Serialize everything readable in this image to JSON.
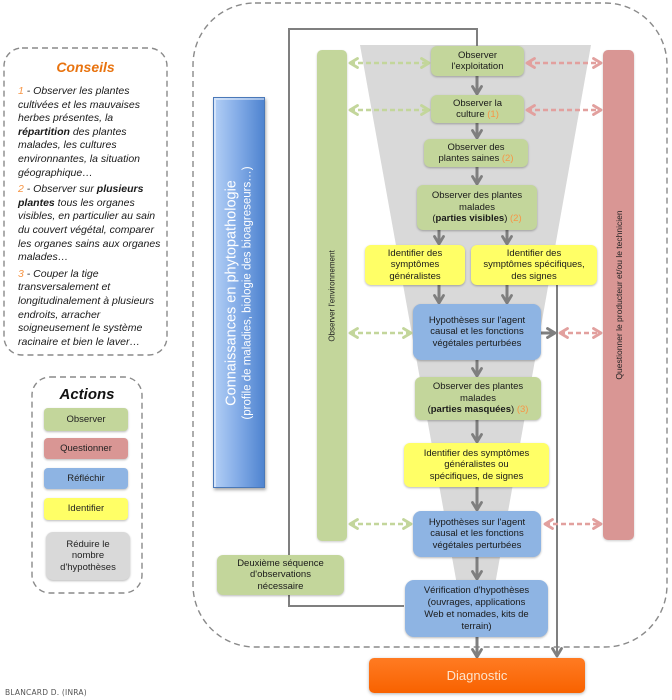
{
  "colors": {
    "observer": "#c3d69b",
    "questionner": "#d99694",
    "reflechir": "#8eb4e3",
    "identifier": "#ffff66",
    "reduire": "#d9d9d9",
    "diagnostic": "#ff6600",
    "accent": "#f79646",
    "arrow_gray": "#7f7f7f",
    "arrow_green": "#c3d69b",
    "arrow_red": "#e2a09e",
    "funnel": "#d9d9d9"
  },
  "conseils": {
    "title": "Conseils",
    "items": [
      {
        "num": "1",
        "before": " - Observer les plantes cultivées et les mauvaises herbes présentes, la ",
        "bold": "répartition",
        "after": " des plantes malades, les cultures environnantes, la situation géographique…"
      },
      {
        "num": "2",
        "before": " - Observer sur ",
        "bold": "plusieurs plantes",
        "after": " tous les organes visibles, en particulier au sain du couvert végétal, comparer les organes sains aux organes malades…"
      },
      {
        "num": "3",
        "before": " - Couper la tige transversalement et longitudinalement à plusieurs endroits, arracher soigneusement le système racinaire et bien  le laver…",
        "bold": "",
        "after": ""
      }
    ]
  },
  "actions": {
    "title": "Actions",
    "items": [
      {
        "label": "Observer"
      },
      {
        "label": "Questionner"
      },
      {
        "label": "Réfléchir"
      },
      {
        "label": "Identifier"
      },
      {
        "lines": [
          "Réduire le",
          "nombre",
          "d'hypothèses"
        ]
      }
    ]
  },
  "knowledge": {
    "title": "Connaissances en phytopathologie",
    "subtitle": "(profile de maladies, biologie des bioagreseurs…)"
  },
  "side_bars": {
    "left": "Observer l'environnement",
    "right": "Questionner le producteur et/ou le technicien"
  },
  "flow": {
    "exploitation": {
      "lines": [
        "Observer",
        "l'exploitation"
      ]
    },
    "culture": {
      "lines": [
        "Observer la",
        "culture"
      ],
      "ref": "(1)"
    },
    "saines": {
      "lines": [
        "Observer des",
        "plantes saines"
      ],
      "ref": "(2)"
    },
    "visibles": {
      "lines": [
        "Observer  des plantes",
        "malades"
      ],
      "bold": "parties visibles",
      "ref": "(2)"
    },
    "id_generalistes": {
      "lines": [
        "Identifier des",
        "symptômes",
        "généralistes"
      ]
    },
    "id_specifiques": {
      "lines": [
        "Identifier des",
        "symptômes spécifiques,",
        "des signes"
      ]
    },
    "hypotheses_1": {
      "lines": [
        "Hypothèses sur l'agent",
        "causal et les fonctions",
        "végétales perturbées"
      ]
    },
    "masquees": {
      "lines": [
        "Observer des plantes",
        "malades"
      ],
      "bold": "parties masquées",
      "ref": "(3)"
    },
    "id_mixte": {
      "lines": [
        "Identifier des symptômes",
        "généralistes ou",
        "spécifiques, de signes"
      ]
    },
    "hypotheses_2": {
      "lines": [
        "Hypothèses sur l'agent",
        "causal et les fonctions",
        "végétales perturbées"
      ]
    },
    "verification": {
      "lines": [
        "Vérification d'hypothèses",
        "(ouvrages, applications",
        "Web et nomades, kits de",
        "terrain)"
      ]
    },
    "deuxieme": {
      "lines": [
        "Deuxième séquence",
        "d'observations",
        "nécessaire"
      ]
    }
  },
  "diagnostic": "Diagnostic",
  "credit": "BLANCARD D. (INRA)"
}
